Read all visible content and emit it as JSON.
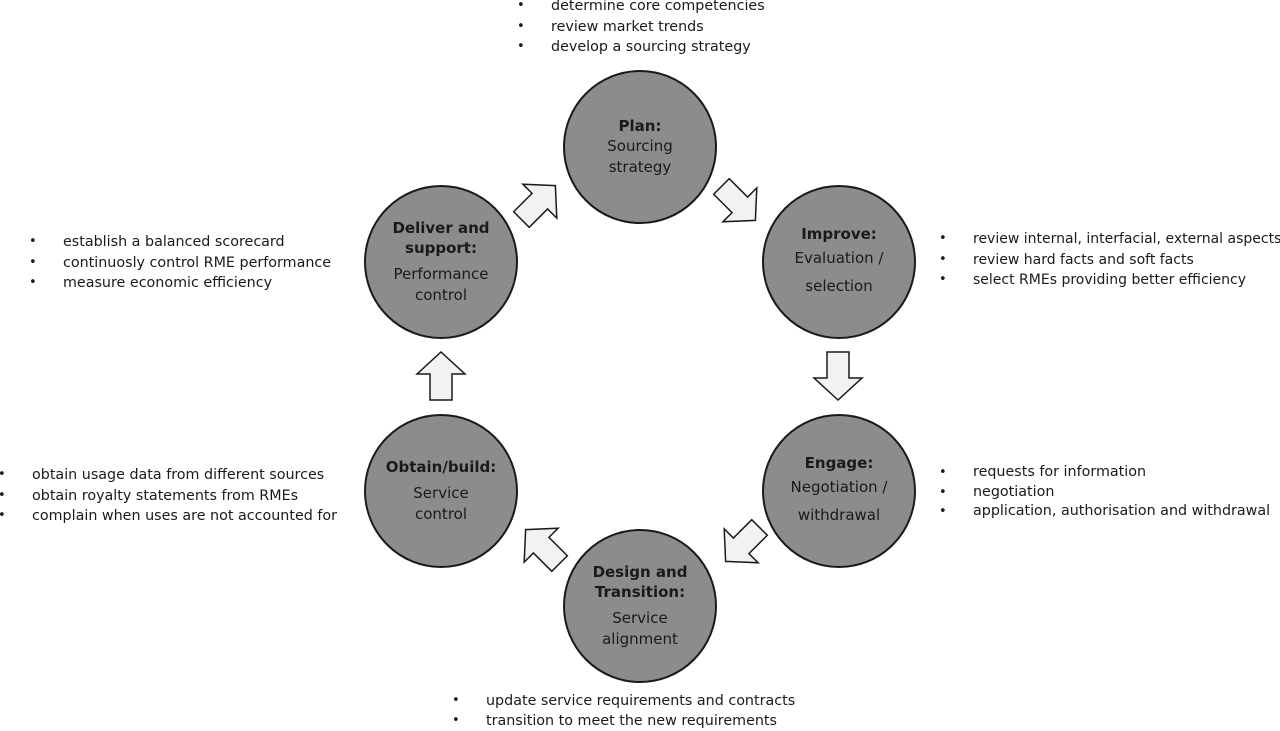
{
  "stages": {
    "plan": {
      "title": "Plan:",
      "subtitle": "Sourcing\nstrategy"
    },
    "improve": {
      "title": "Improve:",
      "subtitle": "Evaluation /\nselection"
    },
    "engage": {
      "title": "Engage:",
      "subtitle": "Negotiation /\nwithdrawal"
    },
    "design": {
      "title": "Design and\nTransition:",
      "subtitle": "Service\nalignment"
    },
    "obtain": {
      "title": "Obtain/build:",
      "subtitle": "Service\ncontrol"
    },
    "deliver": {
      "title": "Deliver and\nsupport:",
      "subtitle": "Performance\ncontrol"
    }
  },
  "bullets": {
    "plan": [
      "determine core competencies",
      "review market trends",
      "develop a sourcing strategy"
    ],
    "improve": [
      "review internal, interfacial, external aspects",
      "review hard facts and soft facts",
      "select RMEs providing better efficiency"
    ],
    "engage": [
      "requests for information",
      "negotiation",
      "application, authorisation and withdrawal"
    ],
    "design": [
      "update service requirements and contracts",
      "transition to meet the new requirements"
    ],
    "obtain": [
      "obtain usage data from different sources",
      "obtain royalty statements from RMEs",
      "complain when uses are not accounted for"
    ],
    "deliver": [
      "establish a balanced scorecard",
      "continuosly control RME performance",
      "measure economic efficiency"
    ]
  },
  "colors": {
    "circle_fill": "#8c8c8c",
    "arrow_fill": "#f2f2f2",
    "outline": "#1a1a1a"
  },
  "arrows": [
    {
      "from": "plan",
      "to": "improve",
      "icon": "arrow-icon"
    },
    {
      "from": "improve",
      "to": "engage",
      "icon": "arrow-icon"
    },
    {
      "from": "engage",
      "to": "design",
      "icon": "arrow-icon"
    },
    {
      "from": "design",
      "to": "obtain",
      "icon": "arrow-icon"
    },
    {
      "from": "obtain",
      "to": "deliver",
      "icon": "arrow-icon"
    },
    {
      "from": "deliver",
      "to": "plan",
      "icon": "arrow-icon"
    }
  ]
}
